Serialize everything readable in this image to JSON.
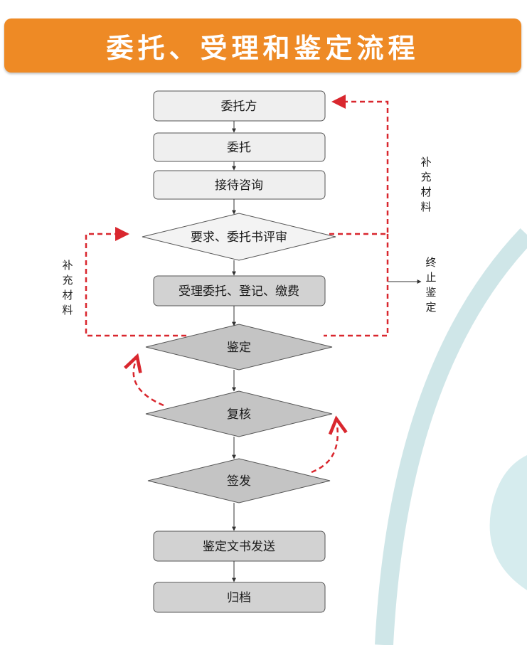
{
  "title": "委托、受理和鉴定流程",
  "colors": {
    "banner": "#ee8a25",
    "box_light": "#efefef",
    "box_dark": "#d2d2d2",
    "diamond": "#c4c4c4",
    "feedback": "#d9272e",
    "background_arc": "#cfe6e8"
  },
  "nodes": {
    "client": "委托方",
    "entrust": "委托",
    "reception": "接待咨询",
    "review": "要求、委托书评审",
    "accept": "受理委托、登记、缴费",
    "appraisal": "鉴定",
    "recheck": "复核",
    "issue": "签发",
    "send": "鉴定文书发送",
    "archive": "归档"
  },
  "side_labels": {
    "supplement_left": [
      "补",
      "充",
      "材",
      "料"
    ],
    "supplement_right": [
      "补",
      "充",
      "材",
      "料"
    ],
    "terminate": [
      "终",
      "止",
      "鉴",
      "定"
    ]
  }
}
